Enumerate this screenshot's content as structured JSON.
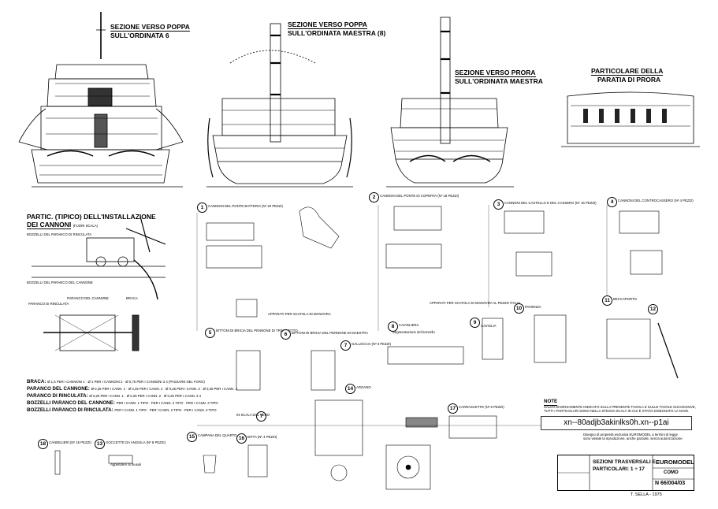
{
  "views": {
    "stern": {
      "title_1": "SEZIONE VERSO POPPA",
      "title_2": "SULL'ORDINATA 6"
    },
    "master": {
      "title_1": "SEZIONE VERSO POPPA",
      "title_2": "SULL'ORDINATA MAESTRA (8)"
    },
    "bow": {
      "title_1": "SEZIONE VERSO PRORA",
      "title_2": "SULL'ORDINATA MAESTRA"
    },
    "bulkhead": {
      "title_1": "PARTICOLARE DELLA",
      "title_2": "PARATIA DI PRORA"
    }
  },
  "gun_install": {
    "title_1": "PARTIC. (TIPICO) DELL'INSTALLAZIONE",
    "title_2": "DEI CANNONI",
    "title_note": "(FUORI SCALA)",
    "labels": [
      "BOZZELLI DEL PARANCO DI RINCULATA",
      "BOZZELLI DEL PARANCO DEL CANNONE",
      "PARANCO DEL CANNONE",
      "BRACA",
      "PARANCO DI RINCULATA"
    ],
    "specs": [
      {
        "name": "BRACA:",
        "text": "Ø 1,5 PER I CANNONI 1 · Ø 1 PER I CANNONI 2 · Ø 0,75 PER I CANNONI 3 4 (PASSARE NEL FORO)"
      },
      {
        "name": "PARANCO DEL CANNONE:",
        "text": "Ø 0,25 PER I CANN. 1 · Ø 0,25 PER I CANN. 2 · Ø 0,25 PER I CANN. 3 · Ø 0,25 PER I CANN. 4"
      },
      {
        "name": "PARANCO DI RINCULATA:",
        "text": "Ø 0,25 PER I CANN. 1 · Ø 0,25 PER I CANN. 2 · Ø 0,25 PER I CANN. 3 4"
      },
      {
        "name": "BOZZELLI PARANCO DEL CANNONE:",
        "text": "PER I CANN. 1 TIPO · PER I CANN. 2 TIPO · PER I CANN. 3 TIPO"
      },
      {
        "name": "BOZZELLI PARANCO DI RINCULATA:",
        "text": "PER I CANN. 1 TIPO · PER I CANN. 2 TIPO · PER I CANN. 3 TIPO"
      }
    ]
  },
  "details": [
    {
      "n": "1",
      "title": "CANNONI DEL PONTE BATTERIA (Nº 20 PEZZI)"
    },
    {
      "n": "2",
      "title": "CANNONI DEL PONTE DI COPERTA (Nº 18 PEZZI)"
    },
    {
      "n": "3",
      "title": "CANNONI DEL CASTELLO E DEL CASSERO (Nº 16 PEZZI)"
    },
    {
      "n": "4",
      "title": "CANNONI DEL CONTROCASSERO (Nº 4 PEZZI)"
    },
    {
      "n": "5",
      "title": "BITTONI DI BRICIA DEL PENNONE DI TRINCHETTO"
    },
    {
      "n": "6",
      "title": "BITTONI DI BRICIA DEL PENNONE DI MAESTRA"
    },
    {
      "n": "7",
      "title": "GALLOCCIA (Nº 6 PEZZI)"
    },
    {
      "n": "8",
      "title": "CAVIGLIERA"
    },
    {
      "n": "9",
      "title": "CAVIGLIA"
    },
    {
      "n": "10",
      "title": "PAVIENZA"
    },
    {
      "n": "11",
      "title": "BECCAPORTO"
    },
    {
      "n": "12",
      "title": ""
    },
    {
      "n": "13",
      "title": "GOCCETTE DA ANGUILA (Nº 8 PEZZI)"
    },
    {
      "n": "14",
      "title": "ARGANO"
    },
    {
      "n": "15",
      "title": "CAMPANA DEL QUARTO"
    },
    {
      "n": "16",
      "title": "BITTA (Nº 4 PEZZI)"
    },
    {
      "n": "17",
      "title": "CARRASCETTE (Nº 6 PEZZI)"
    },
    {
      "n": "18",
      "title": "CANDELIERI (Nº 15 PEZZI)"
    }
  ],
  "notes": {
    "n1": "APPARATI PER SCATOLA DI MANOVRA",
    "n2": "APPARATI PER SCATOLA DI MANOVRA AL PEZZO ITALIA",
    "n3": "IN SCALA DAL VERO",
    "n4": "Segmentazione del bozzello",
    "n5": "Appendere ai musoli"
  },
  "nota": {
    "heading": "NOTE",
    "body": "SALVO DIVERSAMENTE INDICATO SULLA PRESENTE TAVOLA E SULLE TAVOLE SUCCESSIVE, TUTTI I PARTICOLARI SONO NELLA STESSA SCALA IN CUI È STATO DISEGNATO LA NAVE."
  },
  "ownership": "Disegno di proprietà esclusiva EUROMODEL a termini di legge sono vietate la riproduzione, anche parziale, senza autorizzazione",
  "title_block": {
    "subject_1": "SEZIONI TRASVERSALI E",
    "subject_2": "PARTICOLARI: 1 ÷ 17",
    "company": "EUROMODEL",
    "city": "COMO",
    "code": "N 66/004/03",
    "author": "T. SELLA - 1975"
  },
  "overlay_text": "xn--80adjb3akinlks0h.xn--p1ai"
}
